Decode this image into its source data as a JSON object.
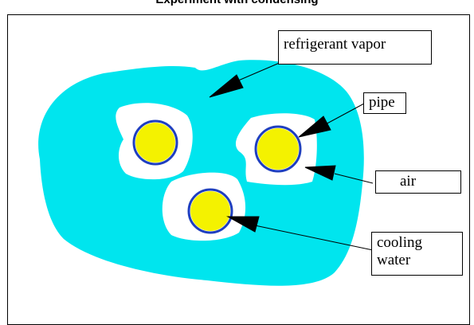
{
  "title": "Experiment with condensing",
  "labels": {
    "refrigerant_vapor": "refrigerant vapor",
    "pipe": "pipe",
    "air": "air",
    "cooling_water_line1": "cooling",
    "cooling_water_line2": "water"
  },
  "colors": {
    "refrigerant_vapor": "#00e5ee",
    "air": "#ffffff",
    "pipe_wall": "#1f3fbf",
    "cooling_water": "#f4f200",
    "pointer": "#000000",
    "frame": "#000000"
  }
}
